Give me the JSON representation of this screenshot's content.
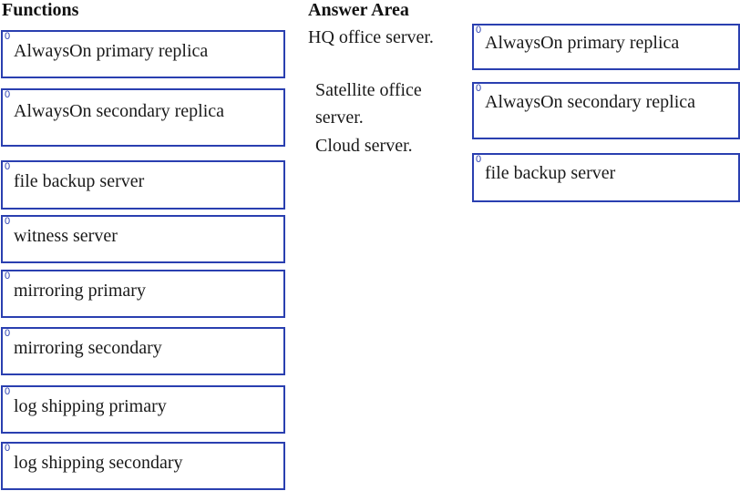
{
  "functions_heading": "Functions",
  "answer_heading": "Answer Area",
  "functions": [
    {
      "index": "0",
      "label": "AlwaysOn primary replica"
    },
    {
      "index": "0",
      "label": "AlwaysOn secondary replica"
    },
    {
      "index": "0",
      "label": "file backup server"
    },
    {
      "index": "0",
      "label": "witness server"
    },
    {
      "index": "0",
      "label": "mirroring primary"
    },
    {
      "index": "0",
      "label": "mirroring secondary"
    },
    {
      "index": "0",
      "label": "log shipping primary"
    },
    {
      "index": "0",
      "label": "log shipping secondary"
    }
  ],
  "servers": [
    {
      "label": "HQ office server."
    },
    {
      "label": "Satellite office server."
    },
    {
      "label": "Cloud server."
    }
  ],
  "answers": [
    {
      "index": "0",
      "label": "AlwaysOn primary replica"
    },
    {
      "index": "0",
      "label": "AlwaysOn secondary replica"
    },
    {
      "index": "0",
      "label": "file backup server"
    }
  ],
  "colors": {
    "box_border": "#2a3fb0",
    "index_text": "#2a3fb0"
  }
}
